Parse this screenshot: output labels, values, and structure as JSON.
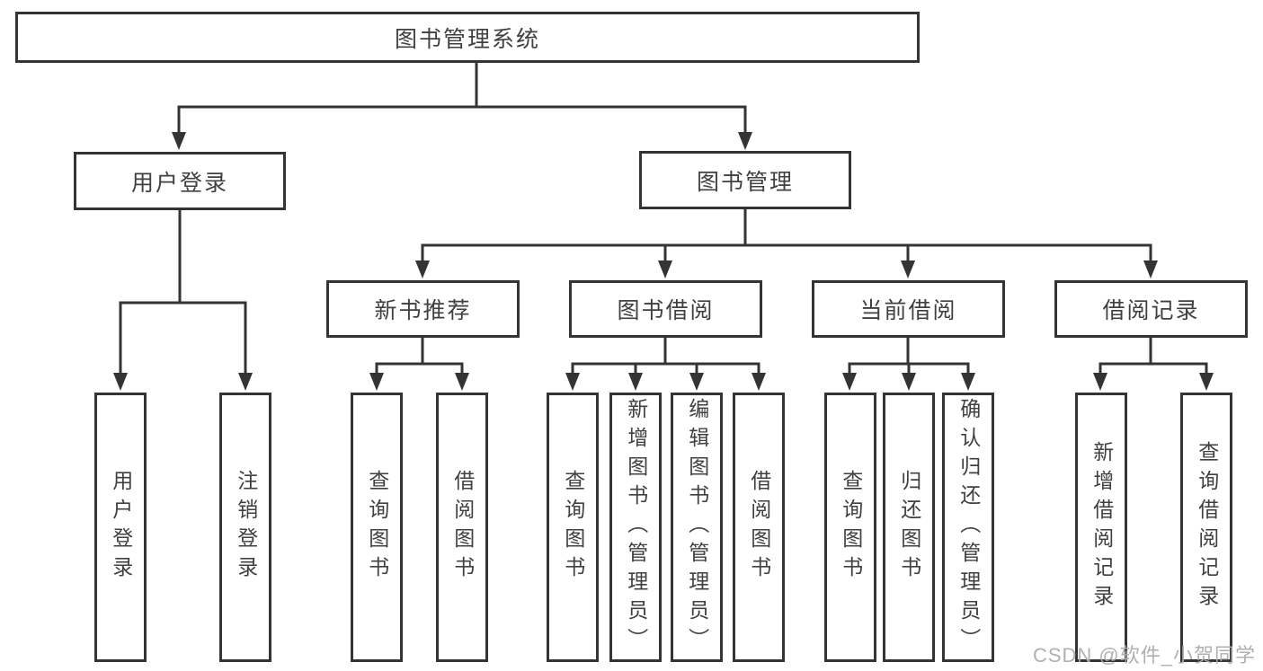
{
  "diagram": {
    "root": {
      "label": "图书管理系统"
    },
    "branches": [
      {
        "label": "用户登录",
        "children": [
          {
            "label": "用户登录"
          },
          {
            "label": "注销登录"
          }
        ]
      },
      {
        "label": "图书管理",
        "children": [
          {
            "label": "新书推荐",
            "children": [
              {
                "label": "查询图书"
              },
              {
                "label": "借阅图书"
              }
            ]
          },
          {
            "label": "图书借阅",
            "children": [
              {
                "label": "查询图书"
              },
              {
                "label": "新增图书（管理员）"
              },
              {
                "label": "编辑图书（管理员）"
              },
              {
                "label": "借阅图书"
              }
            ]
          },
          {
            "label": "当前借阅",
            "children": [
              {
                "label": "查询图书"
              },
              {
                "label": "归还图书"
              },
              {
                "label": "确认归还（管理员）"
              }
            ]
          },
          {
            "label": "借阅记录",
            "children": [
              {
                "label": "新增借阅记录"
              },
              {
                "label": "查询借阅记录"
              }
            ]
          }
        ]
      }
    ],
    "colors": {
      "line": "#343434",
      "text": "#404040",
      "background": "#ffffff",
      "watermark": "#acacac"
    },
    "watermark": "CSDN @软件_小贺同学"
  }
}
